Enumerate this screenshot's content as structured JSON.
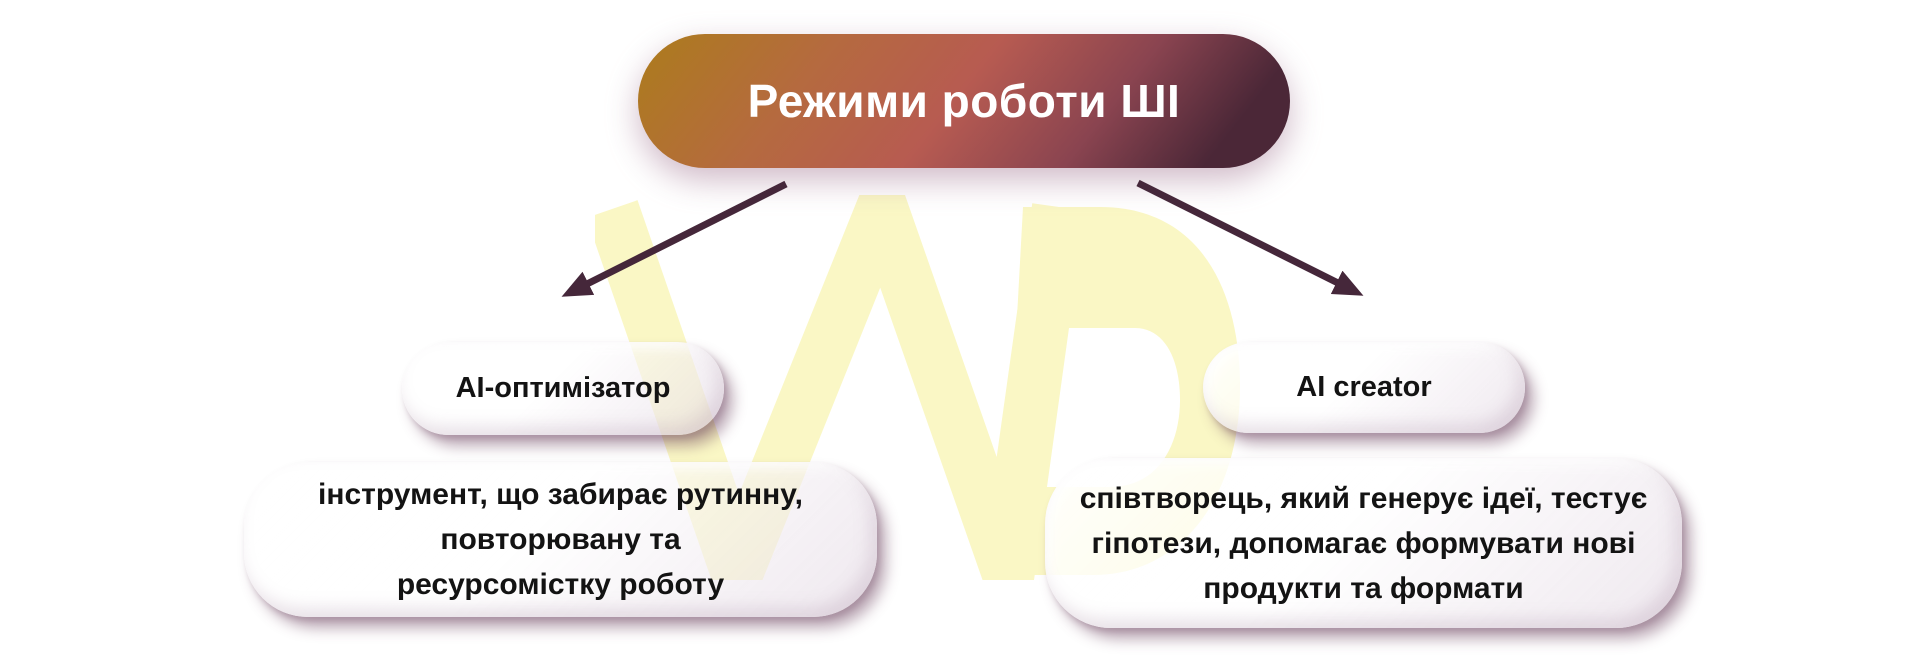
{
  "page": {
    "background": "#ffffff"
  },
  "title": {
    "label": "Режими роботи ШІ",
    "text_color": "#ffffff",
    "gradient": {
      "c1": "#AC7C1C",
      "c2": "#B56A3F",
      "c3": "#B75B51",
      "c4": "#8A4450",
      "c5": "#4B2737"
    }
  },
  "watermark": {
    "name": "WD monogram",
    "color": "#FAF7C5",
    "hole_color": "#FFFFFF"
  },
  "arrows": {
    "color": "#45273A"
  },
  "left_branch": {
    "label": "AI-оптимізатор",
    "description_lines": [
      "інструмент, що забирає рутинну,",
      "повторювану та",
      "ресурсомістку роботу"
    ]
  },
  "right_branch": {
    "label": "AI creator",
    "description_lines": [
      "співтворець, який генерує ідеї, тестує",
      "гіпотези, допомагає формувати нові",
      "продукти та формати"
    ]
  }
}
